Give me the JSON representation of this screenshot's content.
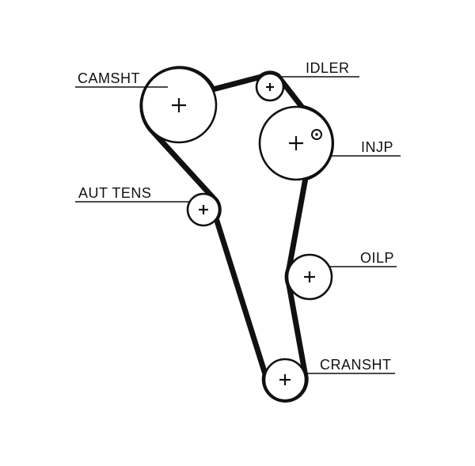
{
  "diagram": {
    "type": "timing-belt-routing-diagram",
    "background_color": "#ffffff",
    "line_color": "#111111",
    "labels": {
      "camsht": "CAMSHT",
      "idler": "IDLER",
      "injp": "INJP",
      "aut_tens": "AUT TENS",
      "oilp": "OILP",
      "cransht": "CRANSHT"
    },
    "pulleys": [
      {
        "id": "camsht",
        "label": "CAMSHT",
        "marker": "cross"
      },
      {
        "id": "idler",
        "label": "IDLER",
        "marker": "cross"
      },
      {
        "id": "injp",
        "label": "INJP",
        "marker": "cross-and-bolt"
      },
      {
        "id": "aut_tens",
        "label": "AUT TENS",
        "marker": "cross"
      },
      {
        "id": "oilp",
        "label": "OILP",
        "marker": "cross"
      },
      {
        "id": "cransht",
        "label": "CRANSHT",
        "marker": "cross"
      }
    ]
  }
}
